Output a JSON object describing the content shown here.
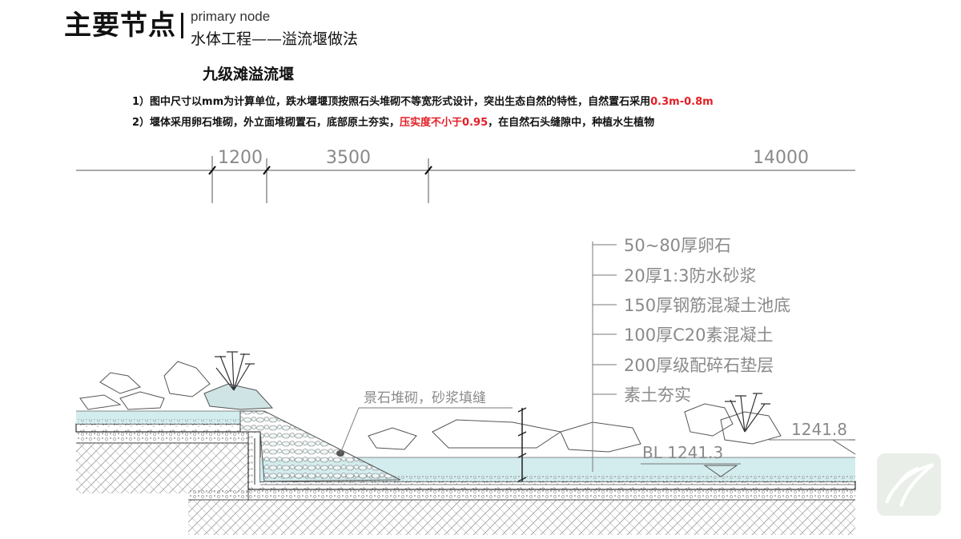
{
  "header": {
    "title": "主要节点",
    "subtitle_en": "primary node",
    "subtitle_cn": "水体工程——溢流堰做法"
  },
  "section_title": "九级滩溢流堰",
  "notes": {
    "note1_main": "1）图中尺寸以mm为计算单位，跌水堰堰顶按照石头堆砌不等宽形式设计，突出生态自然的特性，自然置石采用",
    "note1_red": "0.3m-0.8m",
    "note2_pre": "2）堰体采用卵石堆砌，外立面堆砌置石，底部原土夯实，",
    "note2_red": "压实度不小于0.95",
    "note2_post": "，在自然石头缝隙中，种植水生植物"
  },
  "dimensions": {
    "d1": "1200",
    "d2": "3500",
    "d3": "14000"
  },
  "layers": [
    "50~80厚卵石",
    "20厚1:3防水砂浆",
    "150厚钢筋混凝土池底",
    "100厚C20素混凝土",
    "200厚级配碎石垫层",
    "素土夯实"
  ],
  "annotation": "景石堆砌，砂浆填缝",
  "elevations": {
    "top": "1241.8",
    "bottom": "BL 1241.3"
  },
  "colors": {
    "water": "#d3ecee",
    "accent_red": "#e41e25",
    "logo_bg": "#e9efe8"
  }
}
